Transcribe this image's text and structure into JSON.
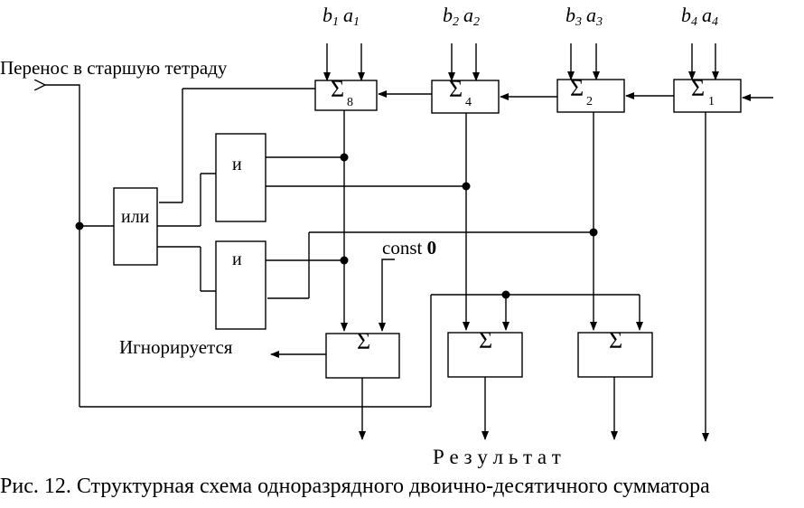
{
  "inputs": [
    {
      "b": "b",
      "bi": "1",
      "a": "a",
      "ai": "1"
    },
    {
      "b": "b",
      "bi": "2",
      "a": "a",
      "ai": "2"
    },
    {
      "b": "b",
      "bi": "3",
      "a": "a",
      "ai": "3"
    },
    {
      "b": "b",
      "bi": "4",
      "a": "a",
      "ai": "4"
    }
  ],
  "adders_top": [
    {
      "sym": "Σ",
      "sub": "8"
    },
    {
      "sym": "Σ",
      "sub": "4"
    },
    {
      "sym": "Σ",
      "sub": "2"
    },
    {
      "sym": "Σ",
      "sub": "1"
    }
  ],
  "adders_bottom": [
    {
      "sym": "Σ"
    },
    {
      "sym": "Σ"
    },
    {
      "sym": "Σ"
    }
  ],
  "gates": {
    "or_label": "или",
    "and1_label": "и",
    "and2_label": "и"
  },
  "labels": {
    "carry_out": "Перенос в старшую тетраду",
    "const_prefix": "const ",
    "const_value": "0",
    "ignored": "Игнорируется",
    "result": "Р е з у л ь т а т"
  },
  "caption": "Рис. 12. Структурная схема одноразрядного двоично-десятичного сумматора"
}
